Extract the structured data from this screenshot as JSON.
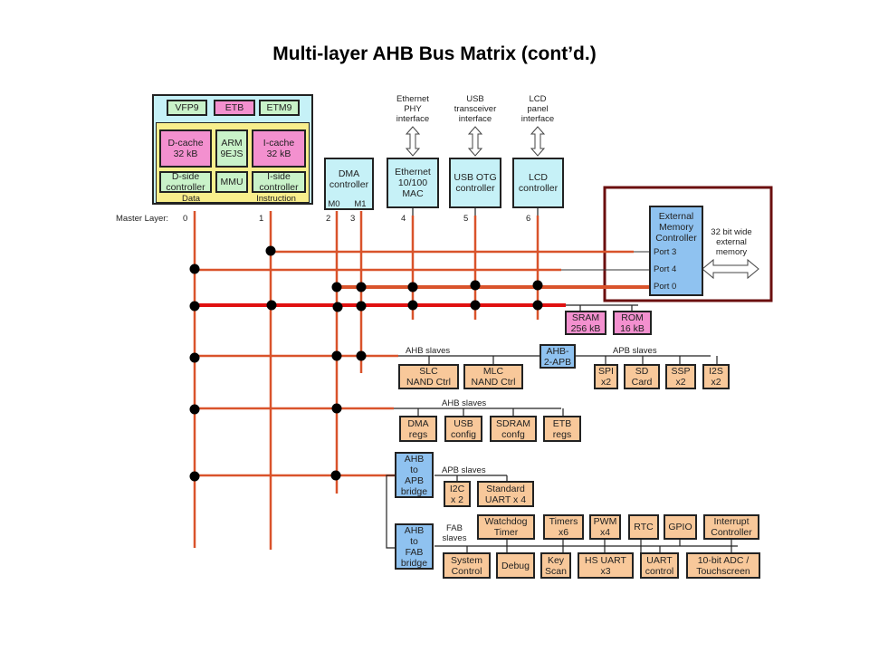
{
  "title": "Multi-layer AHB Bus Matrix (cont’d.)",
  "cpu": {
    "vfp": "VFP9",
    "etb": "ETB",
    "etm": "ETM9",
    "dcache": "D-cache\n32 kB",
    "arm": "ARM\n9EJS",
    "icache": "I-cache\n32 kB",
    "dside": "D-side\ncontroller",
    "mmu": "MMU",
    "iside": "I-side\ncontroller",
    "data_label": "Data",
    "instr_label": "Instruction"
  },
  "masters": {
    "dma": "DMA\ncontroller",
    "m0": "M0",
    "m1": "M1",
    "eth": "Ethernet\n10/100\nMAC",
    "usb": "USB OTG\ncontroller",
    "lcd": "LCD\ncontroller",
    "eth_if": "Ethernet\nPHY\ninterface",
    "usb_if": "USB\ntransceiver\ninterface",
    "lcd_if": "LCD\npanel\ninterface",
    "layer_label": "Master Layer:",
    "layer_numbers": [
      "0",
      "1",
      "2",
      "3",
      "4",
      "5",
      "6"
    ]
  },
  "emc": {
    "name": "External\nMemory\nController",
    "ports": [
      "Port 3",
      "Port 4",
      "Port 0"
    ],
    "ext": "32 bit wide\nexternal\nmemory"
  },
  "memory": {
    "sram": "SRAM\n256 kB",
    "rom": "ROM\n16 kB"
  },
  "row1": {
    "ahb_label": "AHB slaves",
    "apb_label": "APB slaves",
    "bridge": "AHB-\n2-APB",
    "ahb": [
      "SLC\nNAND Ctrl",
      "MLC\nNAND Ctrl"
    ],
    "apb": [
      "SPI\nx2",
      "SD\nCard",
      "SSP\nx2",
      "I2S\nx2"
    ]
  },
  "row2": {
    "label": "AHB slaves",
    "items": [
      "DMA\nregs",
      "USB\nconfig",
      "SDRAM\nconfg",
      "ETB\nregs"
    ]
  },
  "row3": {
    "bridge": "AHB\nto\nAPB\nbridge",
    "label": "APB slaves",
    "items": [
      "I2C\nx 2",
      "Standard\nUART x 4"
    ]
  },
  "row4": {
    "bridge": "AHB\nto\nFAB\nbridge",
    "label": "FAB\nslaves",
    "top": [
      "Watchdog\nTimer",
      "Timers\nx6",
      "PWM\nx4",
      "RTC",
      "GPIO",
      "Interrupt\nController"
    ],
    "bottom": [
      "System\nControl",
      "Debug",
      "Key\nScan",
      "HS UART\nx3",
      "UART\ncontrol",
      "10-bit ADC /\nTouchscreen"
    ]
  },
  "colors": {
    "bus": "#d9532b",
    "bus_hot": "#e01010",
    "highlight_frame": "#6b0f0f"
  }
}
